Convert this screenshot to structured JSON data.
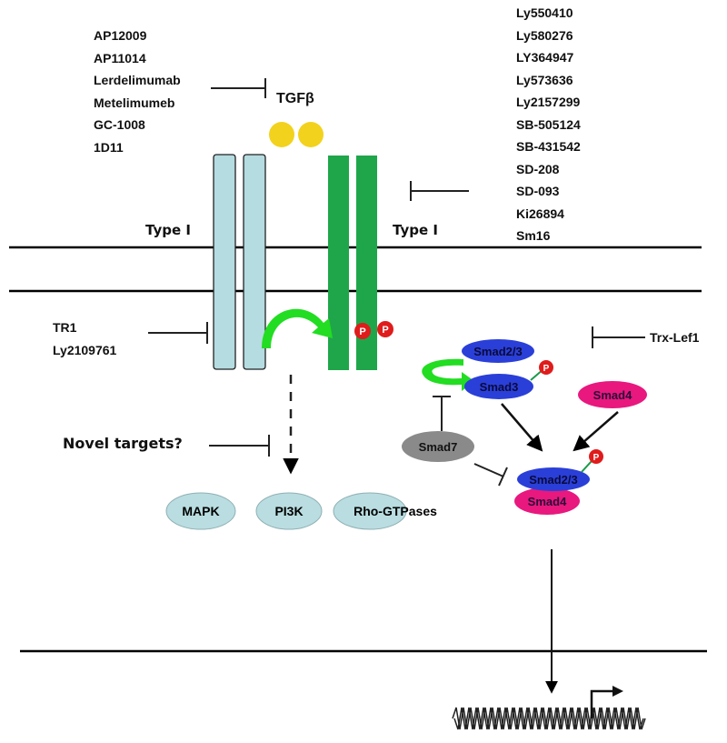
{
  "inhibitors": {
    "ligand": [
      "AP12009",
      "AP11014",
      "Lerdelimumab",
      "Metelimumeb",
      "GC-1008",
      "1D11"
    ],
    "receptor_kinase": [
      "Ly550410",
      "Ly580276",
      "LY364947",
      "Ly573636",
      "Ly2157299",
      "SB-505124",
      "SB-431542",
      "SD-208",
      "SD-093",
      "Ki26894",
      "Sm16"
    ],
    "type1": [
      "TR1",
      "Ly2109761"
    ],
    "smad": "Trx-Lef1",
    "novel": "Novel targets?"
  },
  "ligand": {
    "name": "TGFβ"
  },
  "receptors": {
    "left_label": "Type Ⅰ",
    "right_label": "Type Ⅰ"
  },
  "phospho": "P",
  "smads": {
    "smad23": "Smad2/3",
    "smad3": "Smad3",
    "smad4": "Smad4",
    "smad7": "Smad7",
    "complex_top": "Smad2/3",
    "complex_bottom": "Smad4"
  },
  "pathways": [
    "MAPK",
    "PI3K",
    "Rho-GTPases"
  ],
  "colors": {
    "receptor_light": "#b5dce0",
    "receptor_dark": "#1fa64a",
    "ligand": "#f2d21c",
    "phospho": "#e01b1b",
    "smad_blue": "#2a3fd8",
    "smad_pink": "#e8187e",
    "smad7_gray": "#8a8a8a",
    "arrow_green": "#22dd22",
    "pathway_fill": "#b9dde0"
  }
}
